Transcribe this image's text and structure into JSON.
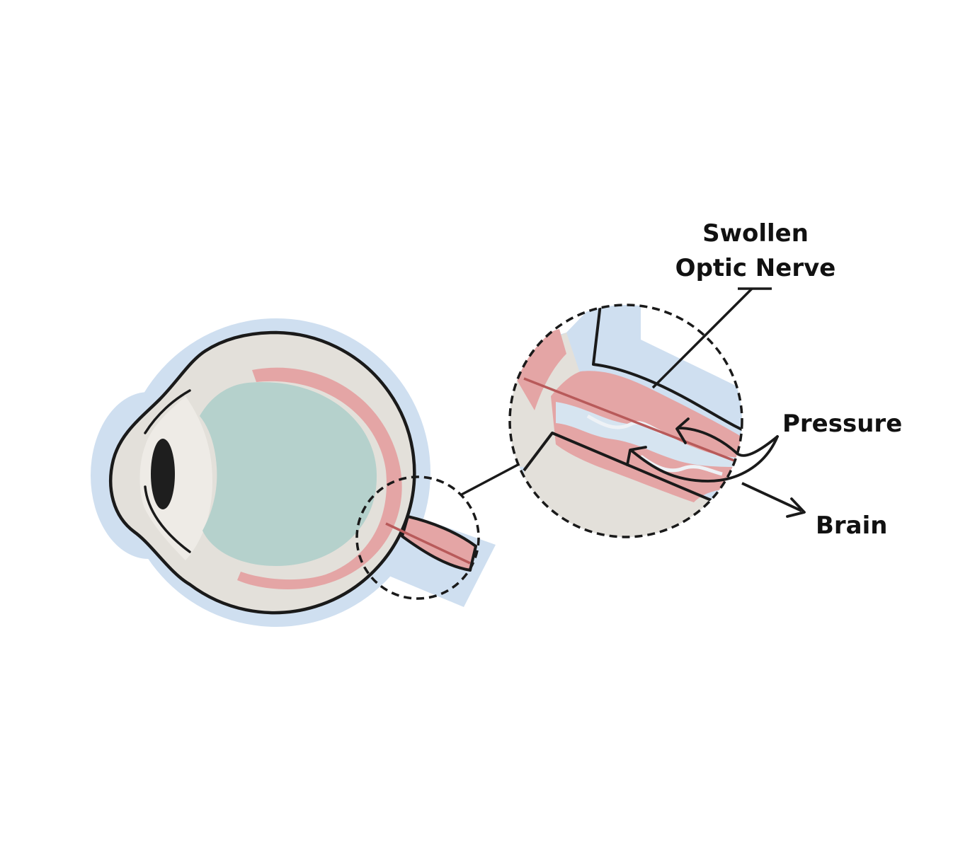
{
  "labels": {
    "swollen_line1": "Swollen",
    "swollen_line2": "Optic Nerve",
    "pressure": "Pressure",
    "brain": "Brain"
  },
  "colors": {
    "halo": "#cfdff0",
    "sclera": "#e3e0da",
    "sclera_light": "#eeebe6",
    "retina": "#e4a5a5",
    "retina_vessel": "#b85a5a",
    "vitreous": "#b5d1cc",
    "pupil": "#1e1e1e",
    "outline": "#1a1a1a"
  }
}
